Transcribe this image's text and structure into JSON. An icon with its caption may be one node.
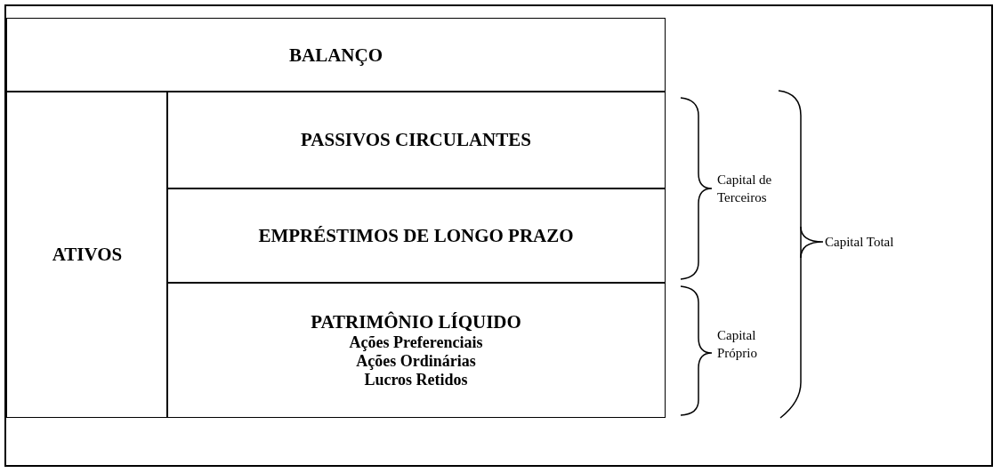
{
  "diagram": {
    "nodes": [
      {
        "text": [
          "BALANÇO"
        ]
      },
      {
        "text": [
          "ATIVOS"
        ]
      },
      {
        "text": [
          "PASSIVOS CIRCULANTES"
        ]
      },
      {
        "text": [
          "EMPRÉSTIMOS DE LONGO PRAZO"
        ]
      },
      {
        "text": [
          "PATRIMÔNIO LÍQUIDO",
          "Ações Preferenciais",
          "Ações Ordinárias",
          "Lucros Retidos"
        ]
      }
    ],
    "edges": [],
    "labels": [
      "Capital de Terceiros",
      "Capital Próprio",
      "Capital Total"
    ]
  }
}
